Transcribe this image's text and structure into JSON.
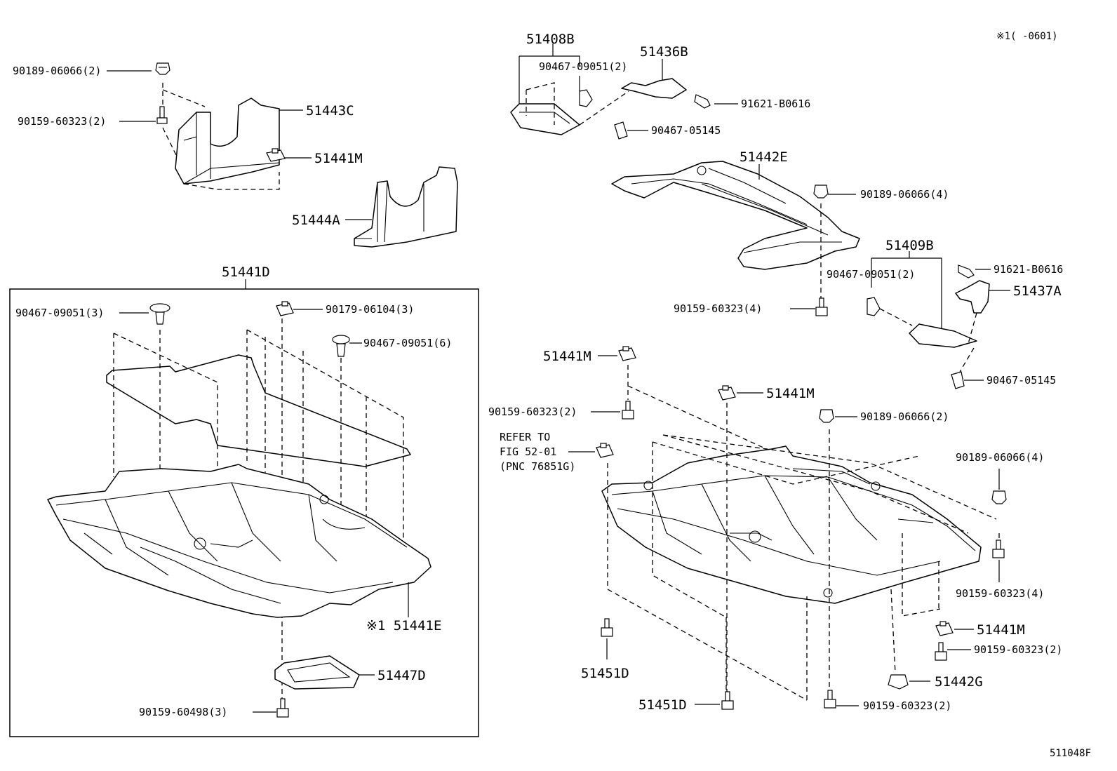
{
  "labels": {
    "note_top_right": "※1(   -0601)",
    "figure_id": "511048F",
    "p_90189_06066_2_top": "90189-06066(2)",
    "p_90159_60323_2_top": "90159-60323(2)",
    "p_51443C": "51443C",
    "p_51441M_top": "51441M",
    "p_51444A": "51444A",
    "p_51441D": "51441D",
    "p_90467_09051_3": "90467-09051(3)",
    "p_90179_06104_3": "90179-06104(3)",
    "p_90467_09051_6": "90467-09051(6)",
    "p_51441E": "※1 51441E",
    "p_51447D": "51447D",
    "p_90159_60498_3": "90159-60498(3)",
    "p_51408B": "51408B",
    "p_90467_09051_2_a": "90467-09051(2)",
    "p_51436B": "51436B",
    "p_91621_B0616_a": "91621-B0616",
    "p_90467_05145_a": "90467-05145",
    "p_51442E": "51442E",
    "p_90189_06066_4_a": "90189-06066(4)",
    "p_51409B": "51409B",
    "p_90467_09051_2_b": "90467-09051(2)",
    "p_91621_B0616_b": "91621-B0616",
    "p_51437A": "51437A",
    "p_90159_60323_4_a": "90159-60323(4)",
    "p_90467_05145_b": "90467-05145",
    "p_51441M_r1": "51441M",
    "p_51441M_r2": "51441M",
    "p_90159_60323_2_r": "90159-60323(2)",
    "p_90189_06066_2_r": "90189-06066(2)",
    "refer_line1": "REFER TO",
    "refer_line2": "FIG 52-01",
    "refer_line3": "(PNC 76851G)",
    "p_90189_06066_4_b": "90189-06066(4)",
    "p_90159_60323_4_b": "90159-60323(4)",
    "p_51441M_r3": "51441M",
    "p_90159_60323_2_b": "90159-60323(2)",
    "p_51442G": "51442G",
    "p_51451D_a": "51451D",
    "p_51451D_b": "51451D",
    "p_90159_60323_2_c": "90159-60323(2)"
  }
}
